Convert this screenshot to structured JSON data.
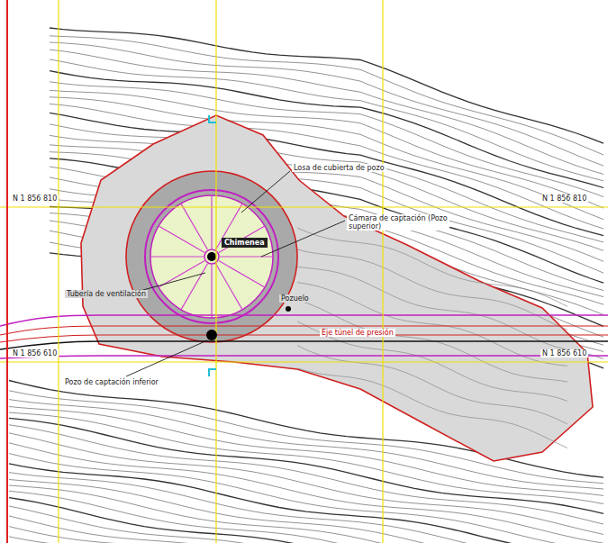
{
  "diagram": {
    "labels": [
      "Losa de cubierta de pozo",
      "Cámara de captación (Pozo superior)",
      "Chimenea",
      "Tubería de ventilación",
      "Pozo de captación inferior",
      "Pozuelo",
      "Eje túnel de presión",
      "N 1 856 810",
      "N 1 856 810",
      "N 1 856 610",
      "N 1 856 610"
    ]
  }
}
